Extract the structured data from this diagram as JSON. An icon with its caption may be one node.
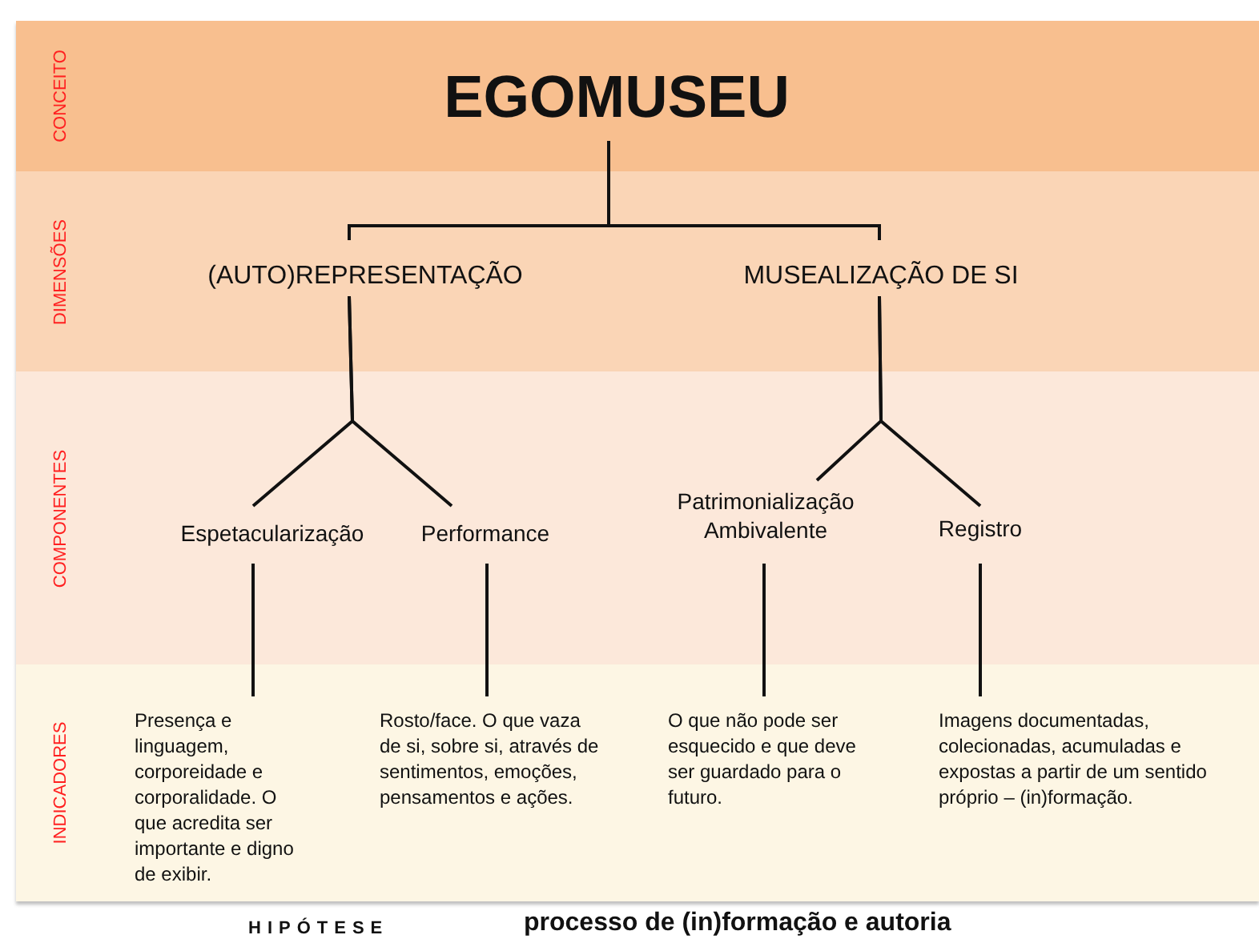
{
  "diagram": {
    "nodes": [
      {
        "text": [
          "CONCEITO"
        ]
      },
      {
        "text": [
          "EGOMUSEU"
        ],
        "in": 0
      },
      {
        "text": [
          "DIMENSÕES"
        ]
      },
      {
        "text": [
          "(AUTO)REPRESENTAÇÃO"
        ],
        "in": 2
      },
      {
        "text": [
          "MUSEALIZAÇÃO DE SI"
        ],
        "in": 2
      },
      {
        "text": [
          "COMPONENTES"
        ]
      },
      {
        "text": [
          "Espetacularização"
        ],
        "in": 5
      },
      {
        "text": [
          "Performance"
        ],
        "in": 5
      },
      {
        "text": [
          "Patrimonialização Ambivalente"
        ],
        "in": 5
      },
      {
        "text": [
          "Registro"
        ],
        "in": 5
      },
      {
        "text": [
          "INDICADORES"
        ]
      },
      {
        "text": [
          "Presença e linguagem, corporeidade e corporalidade. O que acredita ser importante e digno de exibir."
        ],
        "in": 10
      },
      {
        "text": [
          "Rosto/face. O que vaza de si, sobre si, através de sentimentos, emoções, pensamentos e ações."
        ],
        "in": 10
      },
      {
        "text": [
          "O que não pode ser esquecido e que deve ser guardado para o futuro."
        ],
        "in": 10
      },
      {
        "text": [
          "Imagens documentadas, colecionadas, acumuladas e expostas a partir de um sentido próprio – (in)formação."
        ],
        "in": 10
      }
    ],
    "edges": [
      {
        "from": 1,
        "to": 3,
        "arrow": "none"
      },
      {
        "from": 1,
        "to": 4,
        "arrow": "none"
      },
      {
        "from": 3,
        "to": 6,
        "arrow": "none"
      },
      {
        "from": 3,
        "to": 7,
        "arrow": "none"
      },
      {
        "from": 4,
        "to": 8,
        "arrow": "none"
      },
      {
        "from": 4,
        "to": 9,
        "arrow": "none"
      },
      {
        "from": 6,
        "to": 11,
        "arrow": "none"
      },
      {
        "from": 7,
        "to": 12,
        "arrow": "none"
      },
      {
        "from": 8,
        "to": 13,
        "arrow": "none"
      },
      {
        "from": 9,
        "to": 14,
        "arrow": "none"
      }
    ],
    "labels": [
      "HIPÓTESE",
      "processo de (in)formação e autoria"
    ]
  }
}
